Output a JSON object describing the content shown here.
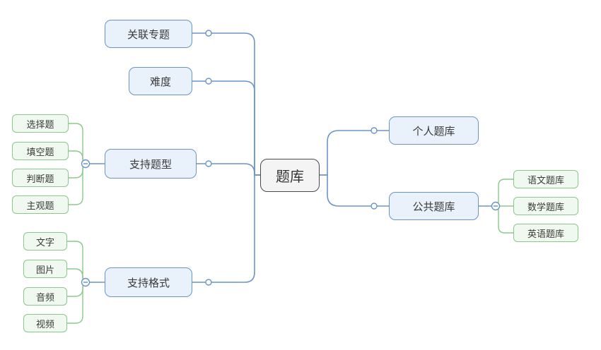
{
  "mindmap": {
    "root": {
      "label": "题库"
    },
    "left_branches": [
      {
        "label": "关联专题",
        "children": []
      },
      {
        "label": "难度",
        "children": []
      },
      {
        "label": "支持题型",
        "collapsed": false,
        "children": [
          {
            "label": "选择题"
          },
          {
            "label": "填空题"
          },
          {
            "label": "判断题"
          },
          {
            "label": "主观题"
          }
        ]
      },
      {
        "label": "支持格式",
        "collapsed": false,
        "children": [
          {
            "label": "文字"
          },
          {
            "label": "图片"
          },
          {
            "label": "音频"
          },
          {
            "label": "视频"
          }
        ]
      }
    ],
    "right_branches": [
      {
        "label": "个人题库",
        "children": []
      },
      {
        "label": "公共题库",
        "collapsed": false,
        "children": [
          {
            "label": "语文题库"
          },
          {
            "label": "数学题库"
          },
          {
            "label": "英语题库"
          }
        ]
      }
    ],
    "icons": {
      "collapse": "collapse-minus-icon",
      "handle": "branch-handle-icon"
    },
    "colors": {
      "root_fill": "#f4f4f4",
      "root_border": "#4a4a4a",
      "primary_fill": "#e9f1fb",
      "primary_border": "#6a94c9",
      "leaf_fill": "#f0f9f0",
      "leaf_border": "#8cc88c",
      "line_blue": "#6b94c9",
      "line_green": "#8cc88c",
      "text": "#3a3a3a"
    }
  }
}
